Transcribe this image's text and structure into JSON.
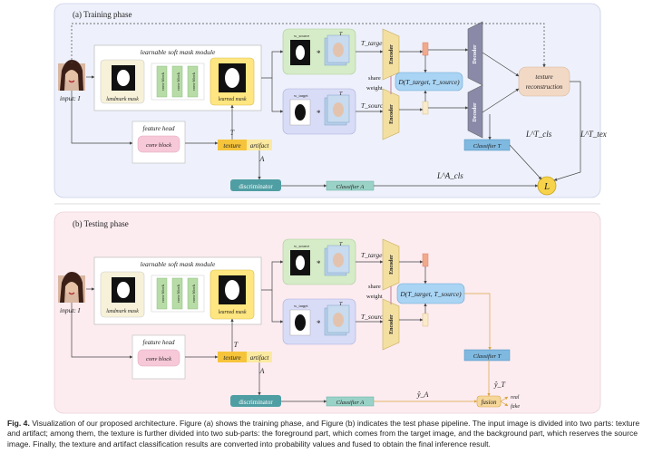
{
  "training": {
    "title": "(a) Training phase",
    "input_label": "input: I",
    "module_title": "learnable soft mask module",
    "landmark_mask": "landmark mask",
    "conv_block": "conv block",
    "learned_mask": "learned mask",
    "feature_head": "feature head",
    "texture": "texture",
    "artifact": "artifact",
    "T": "T",
    "A": "A",
    "w_source": "w_source",
    "w_target": "w_target",
    "T_target": "T_target",
    "T_source": "T_source",
    "encoder": "Encoder",
    "decoder": "Decoder",
    "share": "share",
    "weight": "weight",
    "distance": "D(T_target, T_source)",
    "texture_reconstruction": [
      "texture",
      "reconstruction"
    ],
    "classifier_T": "Classifier T",
    "discriminator": "discriminator",
    "classifier_A": "Classifier A",
    "L_cls_T": "L^T_cls",
    "L_tex_T": "L^T_tex",
    "L_cls_A": "L^A_cls",
    "L": "L"
  },
  "testing": {
    "title": "(b) Testing phase",
    "input_label": "input: I",
    "module_title": "learnable soft mask module",
    "landmark_mask": "landmark mask",
    "conv_block": "conv block",
    "learned_mask": "learned mask",
    "feature_head": "feature head",
    "texture": "texture",
    "artifact": "artifact",
    "T": "T",
    "A": "A",
    "w_source": "w_source",
    "w_target": "w_target",
    "T_target": "T_target",
    "T_source": "T_source",
    "encoder": "Encoder",
    "share": "share",
    "weight": "weight",
    "distance": "D(T_target, T_source)",
    "classifier_T": "Classifier T",
    "discriminator": "discriminator",
    "classifier_A": "Classifier A",
    "y_T": "ŷ_T",
    "y_A": "ŷ_A",
    "fusion": "fusion",
    "real": "real",
    "fake": "fake"
  },
  "caption": {
    "label": "Fig. 4.",
    "text": "Visualization of our proposed architecture. Figure (a) shows the training phase, and Figure (b) indicates the test phase pipeline. The input image is divided into two parts: texture and artifact; among them, the texture is further divided into two sub-parts: the foreground part, which comes from the target image, and the background part, which reserves the source image. Finally, the texture and artifact classification results are converted into probability values and fused to obtain the final inference result."
  },
  "colors": {
    "panel_a": "#eef1fb",
    "panel_b": "#fcecf0",
    "conv_green": "#b7dca6",
    "mask_yellow": "#ffe680",
    "pink_block": "#f6c8d8",
    "teal": "#4f9ea3",
    "blue_box": "#a9d4f4",
    "encoder": "#f3dfa0",
    "decoder": "#8a8aa8",
    "green_panel": "#d6ecc8",
    "lavender_panel": "#d9dcf6"
  }
}
